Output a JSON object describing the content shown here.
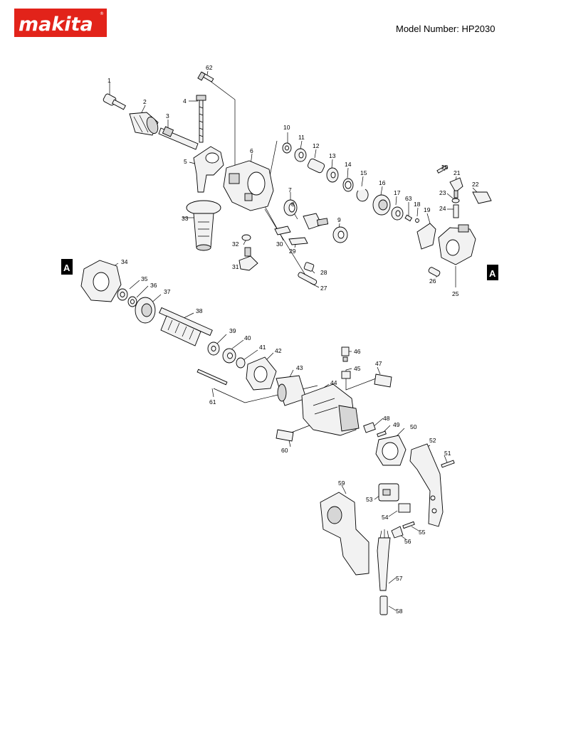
{
  "brand": {
    "logo_text": "makita",
    "logo_color": "#e2231a"
  },
  "header": {
    "model_text": "Model Number: HP2030"
  },
  "diagram": {
    "page_markers": [
      "A",
      "A"
    ],
    "part_numbers": [
      "1",
      "2",
      "3",
      "4",
      "5",
      "6",
      "7",
      "8",
      "9",
      "10",
      "11",
      "12",
      "13",
      "14",
      "15",
      "16",
      "17",
      "18",
      "19",
      "20",
      "21",
      "22",
      "23",
      "24",
      "25",
      "26",
      "27",
      "28",
      "29",
      "30",
      "31",
      "32",
      "33",
      "34",
      "35",
      "36",
      "37",
      "38",
      "39",
      "40",
      "41",
      "42",
      "43",
      "44",
      "45",
      "46",
      "47",
      "48",
      "49",
      "50",
      "51",
      "52",
      "53",
      "54",
      "55",
      "56",
      "57",
      "58",
      "59",
      "60",
      "61",
      "62",
      "63"
    ]
  }
}
